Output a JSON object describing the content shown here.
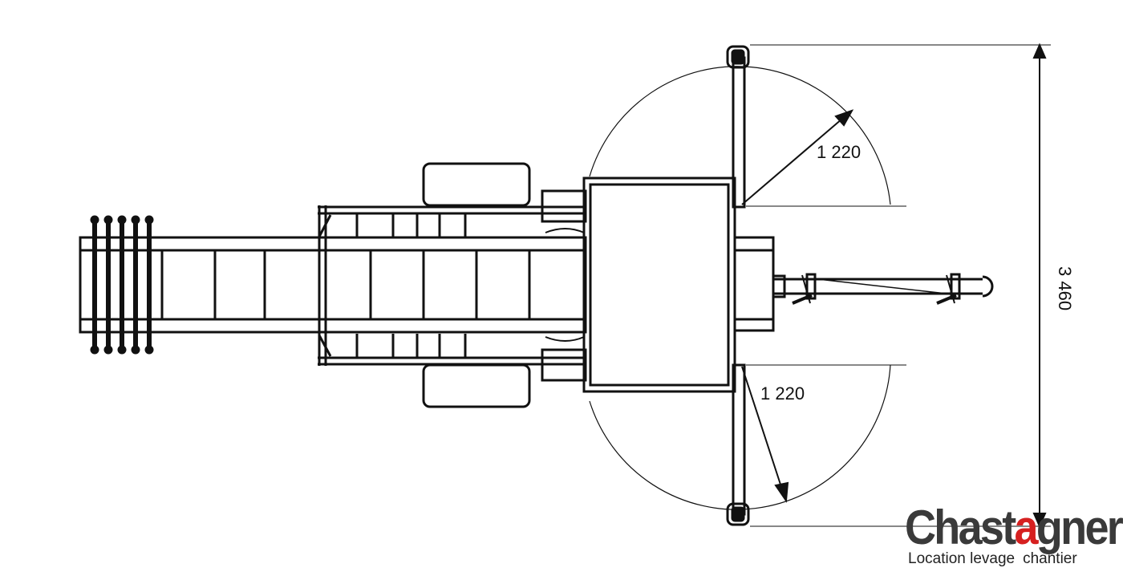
{
  "dimensions": {
    "outrigger_radius_top": "1 220",
    "outrigger_radius_bottom": "1 220",
    "total_width": "3 460"
  },
  "logo": {
    "word_start": "Chas",
    "word_middle": "t",
    "word_accent": "a",
    "word_end": "gner",
    "tagline_left": "Location levage",
    "tagline_right": "chantier",
    "accent_color": "#d62020",
    "text_color": "#3a3a3a"
  }
}
